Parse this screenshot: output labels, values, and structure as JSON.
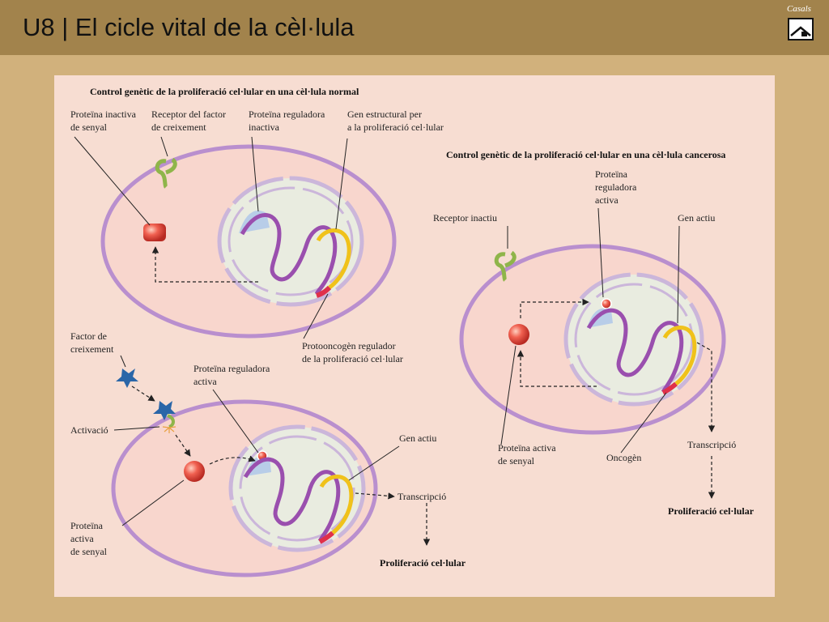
{
  "slide": {
    "title": "U8 | El cicle vital de la cèl·lula",
    "brand": "Casals"
  },
  "normal_cell": {
    "heading": "Control genètic de la proliferació cel·lular en una cèl·lula normal",
    "label_inactive_signal_protein": [
      "Proteïna inactiva",
      "de senyal"
    ],
    "label_growth_factor_receptor": [
      "Receptor del factor",
      "de creixement"
    ],
    "label_inactive_regulatory_protein": [
      "Proteïna reguladora",
      "inactiva"
    ],
    "label_structural_gene": [
      "Gen estructural per",
      "a la proliferació cel·lular"
    ],
    "label_protooncogene": [
      "Protooncogèn regulador",
      "de la proliferació cel·lular"
    ]
  },
  "activated_cell": {
    "label_growth_factor": [
      "Factor de",
      "creixement"
    ],
    "label_activation": "Activació",
    "label_active_regulatory_protein": [
      "Proteïna reguladora",
      "activa"
    ],
    "label_active_gene": "Gen actiu",
    "label_transcription": "Transcripció",
    "label_active_signal_protein": [
      "Proteïna",
      "activa",
      "de senyal"
    ],
    "label_proliferation": "Proliferació cel·lular"
  },
  "cancer_cell": {
    "heading": "Control genètic de la proliferació cel·lular en una cèl·lula cancerosa",
    "label_inactive_receptor": "Receptor inactiu",
    "label_active_regulatory_protein": [
      "Proteïna",
      "reguladora",
      "activa"
    ],
    "label_active_gene": "Gen actiu",
    "label_active_signal_protein": [
      "Proteïna activa",
      "de senyal"
    ],
    "label_oncogene": "Oncogèn",
    "label_transcription": "Transcripció",
    "label_proliferation": "Proliferació cel·lular"
  },
  "colors": {
    "header_bg": "#a2834c",
    "slide_bg": "#d1b17c",
    "panel_bg": "#f7ddd2",
    "cell_fill": "#f8d6cd",
    "cell_border": "#b98fce",
    "nucleus_fill": "#e9ece0",
    "dna": "#9a4fae",
    "gene_yellow": "#f0c21a",
    "gene_orange": "#ef8a1f",
    "gene_red": "#e0304a",
    "receptor": "#8fb54a",
    "signal_protein": "#e85a4a",
    "growth_factor": "#2a66a8"
  }
}
